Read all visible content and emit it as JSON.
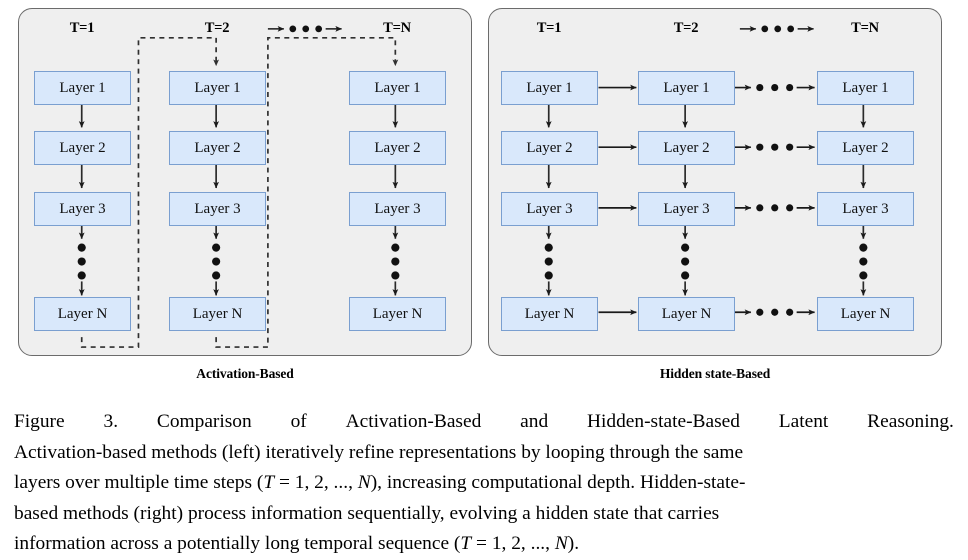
{
  "figure": {
    "caption_lines": [
      "Figure 3.   Comparison of Activation-Based and Hidden-state-Based Latent Reasoning.",
      "Activation-based methods (left) iteratively refine representations by looping through the same",
      "layers over multiple time steps (T = 1, 2, ..., N), increasing computational depth. Hidden-state-",
      "based methods (right) process information sequentially, evolving a hidden state that carries",
      "information across a potentially long temporal sequence (T = 1, 2, ..., N)."
    ],
    "caption_line1_words": [
      "Figure",
      "3.",
      "Comparison",
      "of",
      "Activation-Based",
      "and",
      "Hidden-state-Based",
      "Latent",
      "Reasoning."
    ],
    "caption_line2": "Activation-based methods (left) iteratively refine representations by looping through the same",
    "caption_line3_a": "layers over multiple time steps (",
    "caption_line3_T": "T",
    "caption_line3_b": " = 1, 2, ..., ",
    "caption_line3_N": "N",
    "caption_line3_c": "), increasing computational depth. Hidden-state-",
    "caption_line4": "based methods (right) process information sequentially, evolving a hidden state that carries",
    "caption_line5_a": "information across a potentially long temporal sequence (",
    "caption_line5_T": "T",
    "caption_line5_b": " = 1, 2, ..., ",
    "caption_line5_N": "N",
    "caption_line5_c": ")."
  },
  "colors": {
    "panel_fill": "#efefef",
    "panel_stroke": "#6b6b6b",
    "box_fill": "#d9e8fb",
    "box_stroke": "#7a9fd0",
    "arrow": "#1a1a1a",
    "dashed": "#3a3a3a",
    "text": "#000000"
  },
  "panels": [
    {
      "id": "activation-based",
      "caption": "Activation-Based",
      "columns": [
        {
          "header": "T=1"
        },
        {
          "header": "T=2"
        },
        {
          "header": "T=N"
        }
      ],
      "header_ellipsis": "→•••→",
      "rows": [
        "Layer 1",
        "Layer 2",
        "Layer 3",
        "Layer N"
      ],
      "vertical_ellipsis": "•••",
      "connection_type": "dashed-loopback"
    },
    {
      "id": "hidden-state-based",
      "caption": "Hidden state-Based",
      "columns": [
        {
          "header": "T=1"
        },
        {
          "header": "T=2"
        },
        {
          "header": "T=N"
        }
      ],
      "header_ellipsis": "→•••→",
      "rows": [
        "Layer 1",
        "Layer 2",
        "Layer 3",
        "Layer N"
      ],
      "vertical_ellipsis": "•••",
      "connection_type": "solid-horizontal-arrows"
    }
  ]
}
